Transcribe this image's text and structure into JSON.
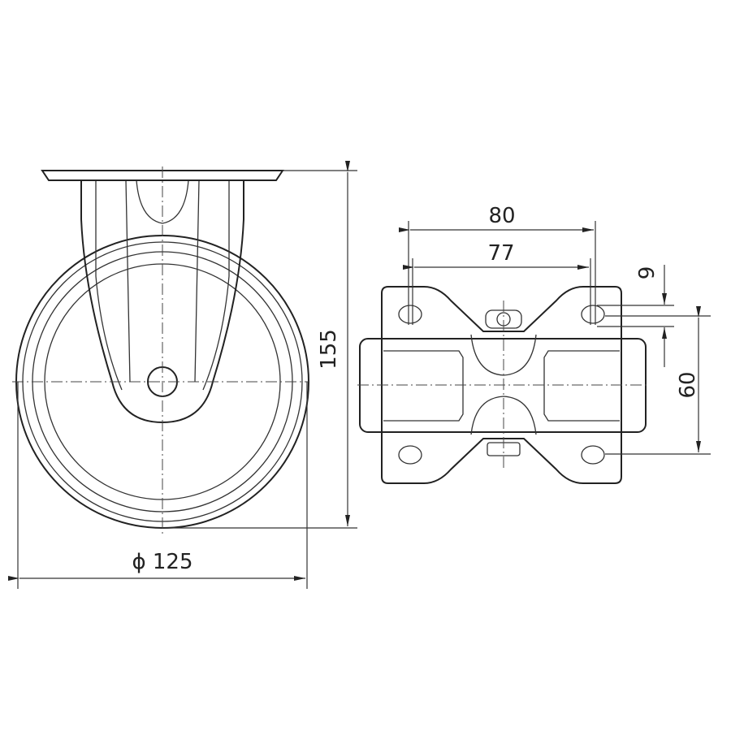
{
  "side_view": {
    "height_dimension": "155",
    "wheel_diameter_dimension": "ϕ 125"
  },
  "top_view": {
    "hole_spacing_outer": "80",
    "hole_spacing_inner": "77",
    "hole_slot_length": "9",
    "hole_spacing_vertical": "60"
  },
  "line_color": "#222222"
}
